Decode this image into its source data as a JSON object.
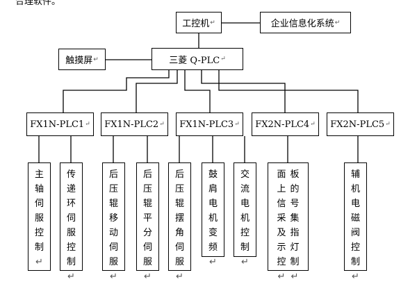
{
  "header_fragment": "合理软件。",
  "return_mark": "↵",
  "nodes": {
    "ipc": "工控机",
    "erp": "企业信息化系统",
    "touch": "触摸屏",
    "qplc": "三菱 Q-PLC",
    "plc1": "FX1N-PLC1",
    "plc2": "FX1N-PLC2",
    "plc3": "FX1N-PLC3",
    "plc4": "FX2N-PLC4",
    "plc5": "FX2N-PLC5"
  },
  "leaves": {
    "l1": "主轴伺服控制",
    "l2": "传递环伺服控制",
    "l3": "后压辊移动伺服",
    "l4": "后压辊平分伺服",
    "l5": "后压辊摆角伺服",
    "l6": "鼓肩电机变频",
    "l7": "交流电机控制",
    "l8a": "面上信采及示控",
    "l8b": "板的号集指灯制",
    "l9": "辅机电磁阀控制"
  }
}
